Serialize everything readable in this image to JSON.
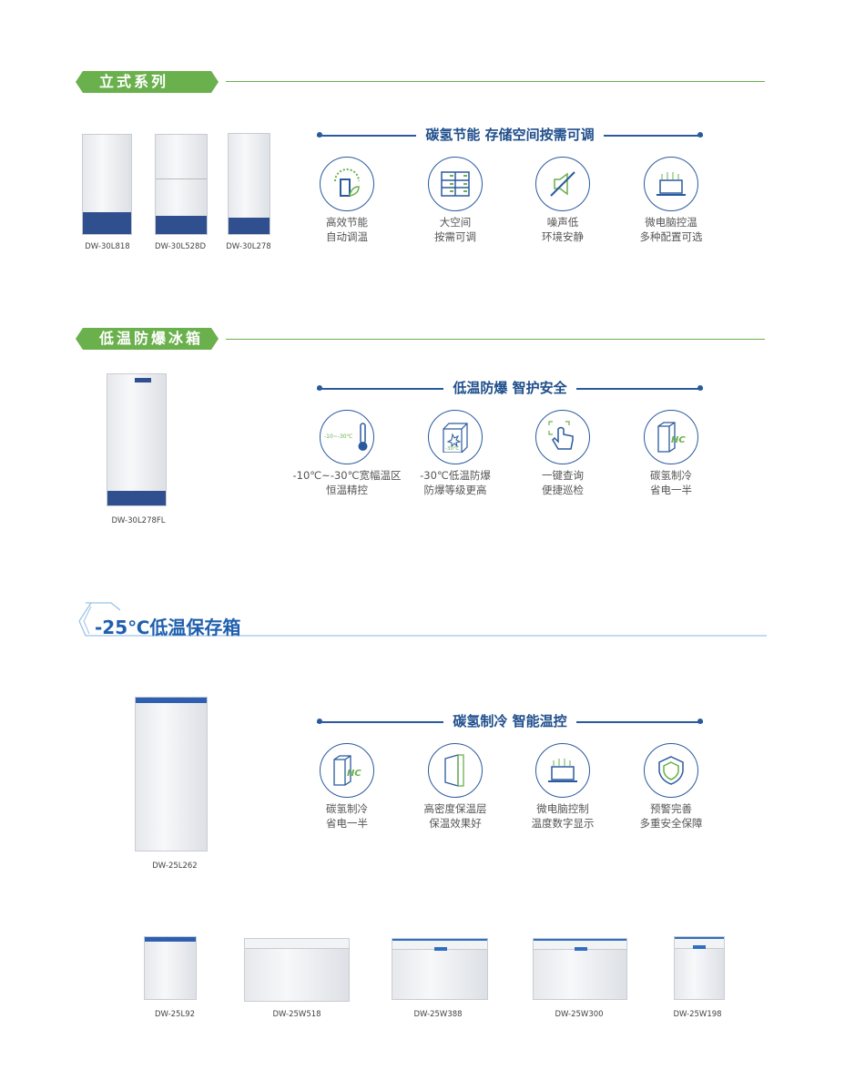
{
  "sections": [
    {
      "title": "立式系列",
      "tagline": "碳氢节能 存储空间按需可调",
      "products": [
        "DW-30L818",
        "DW-30L528D",
        "DW-30L278"
      ],
      "features": [
        {
          "icon": "energy-battery-icon",
          "l1": "高效节能",
          "l2": "自动调温"
        },
        {
          "icon": "drawers-icon",
          "l1": "大空间",
          "l2": "按需可调"
        },
        {
          "icon": "mute-speaker-icon",
          "l1": "噪声低",
          "l2": "环境安静"
        },
        {
          "icon": "laptop-icon",
          "l1": "微电脑控温",
          "l2": "多种配置可选"
        }
      ]
    },
    {
      "title": "低温防爆冰箱",
      "tagline": "低温防爆 智护安全",
      "products": [
        "DW-30L278FL"
      ],
      "features": [
        {
          "icon": "thermometer-icon",
          "badge": "-10~-30℃",
          "l1": "-10℃~-30℃宽幅温区",
          "l2": "恒温精控"
        },
        {
          "icon": "explosion-box-icon",
          "badge": "-30℃",
          "l1": "-30℃低温防爆",
          "l2": "防爆等级更高"
        },
        {
          "icon": "touch-hand-icon",
          "l1": "一键查询",
          "l2": "便捷巡检"
        },
        {
          "icon": "hc-refrigerant-icon",
          "l1": "碳氢制冷",
          "l2": "省电一半"
        }
      ]
    },
    {
      "title": "-25℃低温保存箱",
      "tagline": "碳氢制冷 智能温控",
      "products": [
        "DW-25L262"
      ],
      "features": [
        {
          "icon": "hc-refrigerant-icon",
          "l1": "碳氢制冷",
          "l2": "省电一半"
        },
        {
          "icon": "insulation-layer-icon",
          "l1": "高密度保温层",
          "l2": "保温效果好"
        },
        {
          "icon": "laptop-icon",
          "l1": "微电脑控制",
          "l2": "温度数字显示"
        },
        {
          "icon": "shield-icon",
          "l1": "预警完善",
          "l2": "多重安全保障"
        }
      ],
      "bottom_products": [
        "DW-25L92",
        "DW-25W518",
        "DW-25W388",
        "DW-25W300",
        "DW-25W198"
      ]
    }
  ],
  "colors": {
    "green": "#6ab04c",
    "blue": "#2a5a9e"
  }
}
